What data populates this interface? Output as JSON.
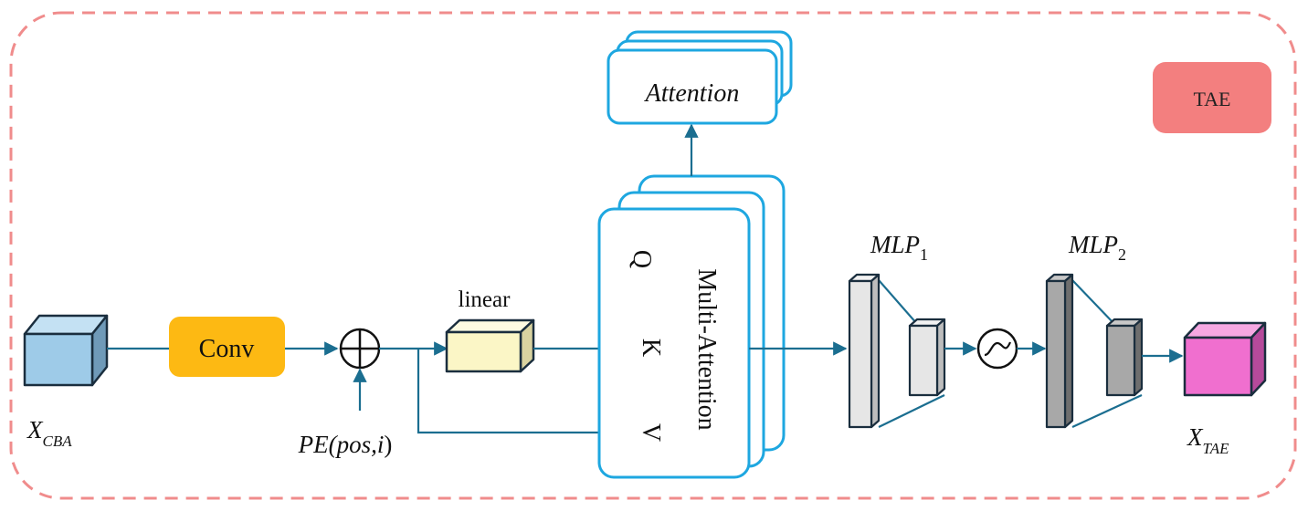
{
  "tag": {
    "label": "TAE"
  },
  "input": {
    "symbol": "X",
    "subscript": "CBA"
  },
  "output": {
    "symbol": "X",
    "subscript": "TAE"
  },
  "conv": {
    "label": "Conv"
  },
  "pe": {
    "prefix": "PE(",
    "args": "pos,i",
    "suffix": ")"
  },
  "linear": {
    "label": "linear"
  },
  "attention": {
    "label": "Attention"
  },
  "multi_attention": {
    "label": "Multi-Attention",
    "q": "Q",
    "k": "K",
    "v": "V"
  },
  "mlp1": {
    "name": "MLP",
    "index": "1"
  },
  "mlp2": {
    "name": "MLP",
    "index": "2"
  },
  "colors": {
    "border_dashed": "#f08c8c",
    "tag_fill": "#f37f7f",
    "arrow": "#1b6e90",
    "cube_input_front": "#9ecbe8",
    "cube_input_top": "#c4e1f3",
    "cube_input_side": "#6f9ab8",
    "conv_fill": "#fdb913",
    "linear_front": "#fbf6c6",
    "linear_top": "#fdfbe2",
    "linear_side": "#d9d3a0",
    "attention_stroke": "#1ea7e0",
    "cube_output_front": "#f06fcf",
    "cube_output_top": "#f6a8e2",
    "cube_output_side": "#b64a9b",
    "mlp1_fill": "#e6e6e6",
    "mlp2_fill": "#a8a8a8"
  }
}
